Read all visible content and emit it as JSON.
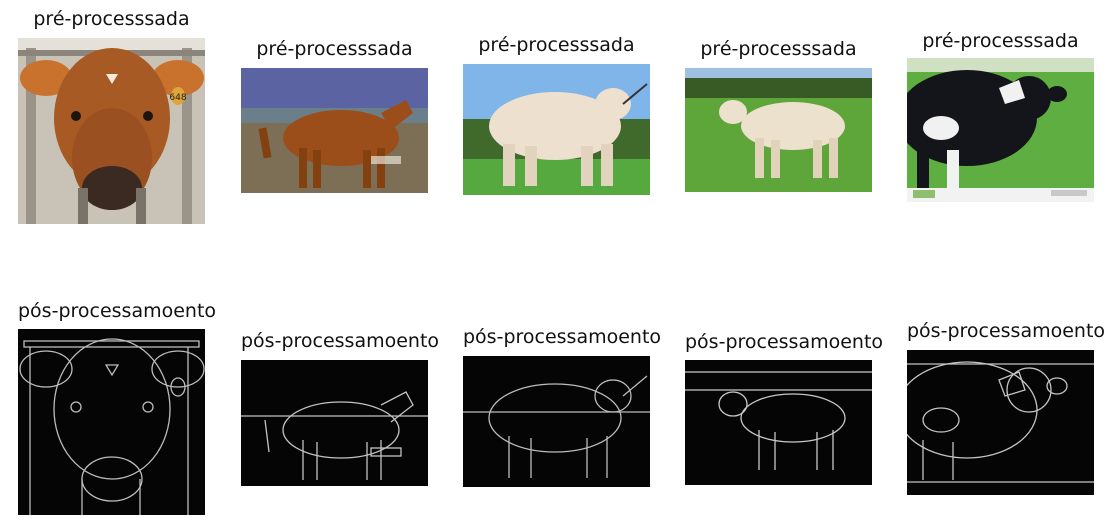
{
  "rows": [
    {
      "title": "pré-processsada",
      "images": [
        {
          "subject": "jersey-cow-face-photo",
          "ear_tag": "648"
        },
        {
          "subject": "brown-cow-side-photo"
        },
        {
          "subject": "white-bull-side-photo"
        },
        {
          "subject": "white-cow-pasture-photo"
        },
        {
          "subject": "black-white-cow-photo"
        }
      ]
    },
    {
      "title": "pós-processamoento",
      "images": [
        {
          "subject": "jersey-cow-face-edges"
        },
        {
          "subject": "brown-cow-side-edges"
        },
        {
          "subject": "white-bull-side-edges"
        },
        {
          "subject": "white-cow-pasture-edges"
        },
        {
          "subject": "black-white-cow-edges"
        }
      ]
    }
  ]
}
